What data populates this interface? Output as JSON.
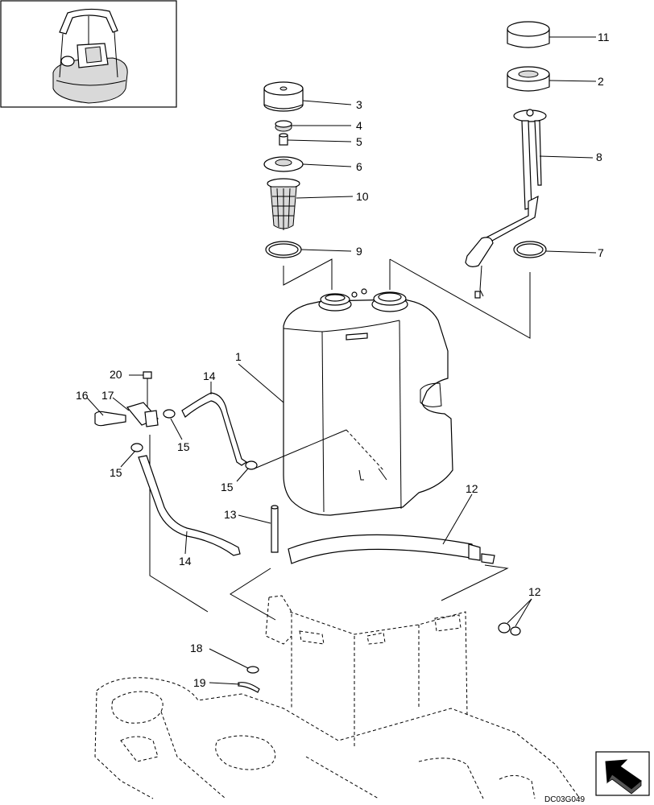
{
  "diagram": {
    "drawing_code": "DC03G049",
    "callouts": [
      {
        "id": "c1",
        "label": "1"
      },
      {
        "id": "c2",
        "label": "2"
      },
      {
        "id": "c3",
        "label": "3"
      },
      {
        "id": "c4",
        "label": "4"
      },
      {
        "id": "c5",
        "label": "5"
      },
      {
        "id": "c6",
        "label": "6"
      },
      {
        "id": "c7",
        "label": "7"
      },
      {
        "id": "c8",
        "label": "8"
      },
      {
        "id": "c9",
        "label": "9"
      },
      {
        "id": "c10",
        "label": "10"
      },
      {
        "id": "c11",
        "label": "11"
      },
      {
        "id": "c12a",
        "label": "12"
      },
      {
        "id": "c12b",
        "label": "12"
      },
      {
        "id": "c13",
        "label": "13"
      },
      {
        "id": "c14a",
        "label": "14"
      },
      {
        "id": "c14b",
        "label": "14"
      },
      {
        "id": "c15a",
        "label": "15"
      },
      {
        "id": "c15b",
        "label": "15"
      },
      {
        "id": "c15c",
        "label": "15"
      },
      {
        "id": "c16",
        "label": "16"
      },
      {
        "id": "c17",
        "label": "17"
      },
      {
        "id": "c18",
        "label": "18"
      },
      {
        "id": "c19",
        "label": "19"
      },
      {
        "id": "c20",
        "label": "20"
      }
    ]
  },
  "icons": {
    "inset": "machine-location-icon",
    "nav": "next-arrow-icon"
  }
}
